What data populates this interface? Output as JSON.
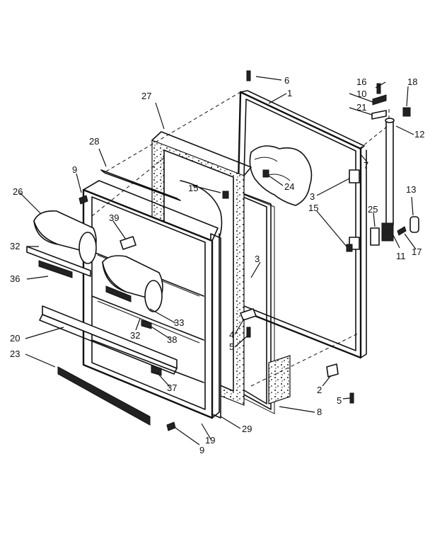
{
  "callouts": {
    "c1": "1",
    "c2": "2",
    "c3a": "3",
    "c3b": "3",
    "c4": "4",
    "c5a": "5",
    "c5b": "5",
    "c6": "6",
    "c7": "7",
    "c8": "8",
    "c9a": "9",
    "c9b": "9",
    "c10": "10",
    "c11": "11",
    "c12": "12",
    "c13": "13",
    "c15a": "15",
    "c15b": "15",
    "c16": "16",
    "c17": "17",
    "c18": "18",
    "c19": "19",
    "c20": "20",
    "c21": "21",
    "c23": "23",
    "c24": "24",
    "c25": "25",
    "c26": "26",
    "c27": "27",
    "c28": "28",
    "c29": "29",
    "c32a": "32",
    "c32b": "32",
    "c33": "33",
    "c36": "36",
    "c37": "37",
    "c38": "38",
    "c39": "39"
  }
}
